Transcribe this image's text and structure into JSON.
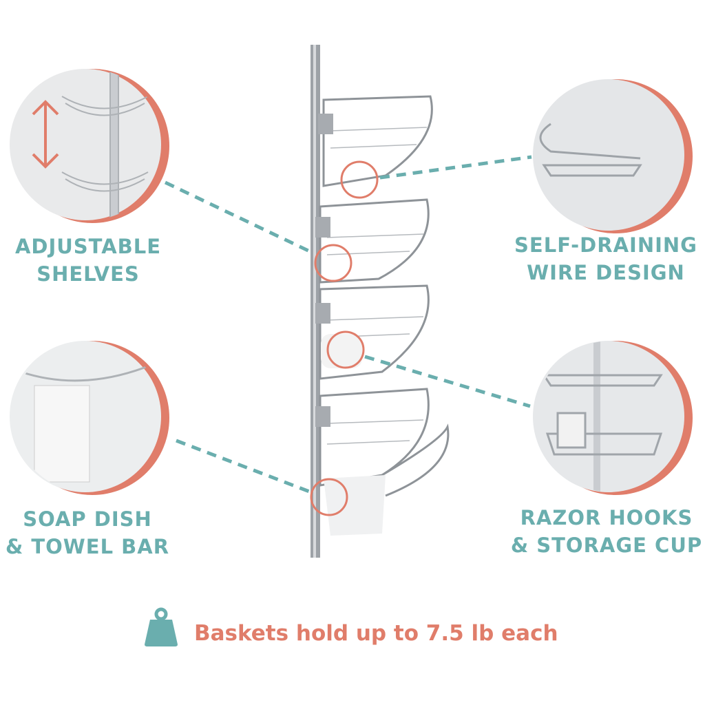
{
  "features": [
    {
      "line1": "ADJUSTABLE",
      "line2": "SHELVES",
      "icon": "adjust-arrows-icon"
    },
    {
      "line1": "SELF-DRAINING",
      "line2": "WIRE DESIGN"
    },
    {
      "line1": "SOAP DISH",
      "line2": "& TOWEL BAR"
    },
    {
      "line1": "RAZOR HOOKS",
      "line2": "& STORAGE CUP"
    }
  ],
  "caption": {
    "text": "Baskets hold up to 7.5 lb each",
    "icon": "weight-icon"
  },
  "colors": {
    "teal": "#6aaeae",
    "coral": "#e07d6a",
    "steel": "#b8bcc0"
  }
}
